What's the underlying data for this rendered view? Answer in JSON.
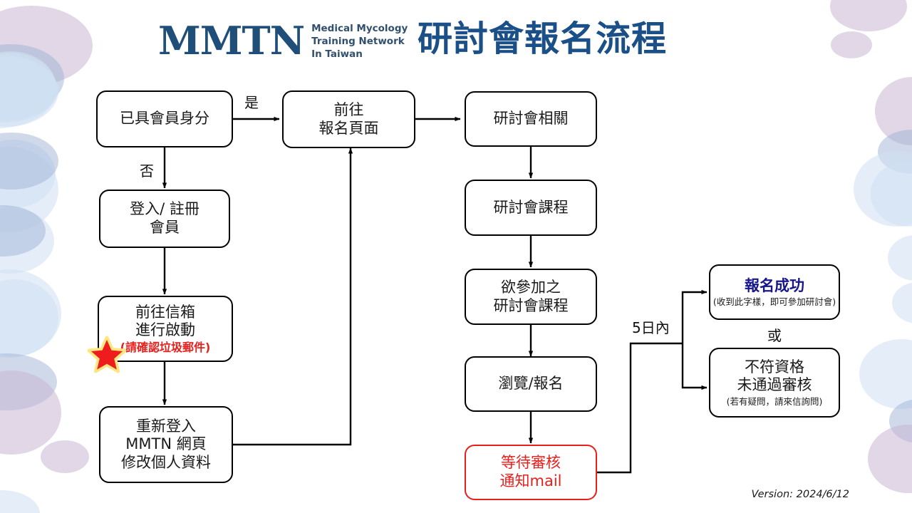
{
  "header": {
    "logo_mark": "MMTN",
    "logo_sub_line1": "Medical Mycology",
    "logo_sub_line2": "Training Network",
    "logo_sub_line3": "In Taiwan",
    "title": "研討會報名流程",
    "title_color": "#1b4f87"
  },
  "nodes": {
    "member_check": {
      "line1": "已具會員身分"
    },
    "login_register": {
      "line1": "登入/ 註冊",
      "line2": "會員"
    },
    "activate_mail": {
      "line1": "前往信箱",
      "line2": "進行啟動",
      "note": "(請確認垃圾郵件)",
      "note_color": "#e8201c"
    },
    "relogin_profile": {
      "line1": "重新登入",
      "line2": "MMTN 網頁",
      "line3": "修改個人資料"
    },
    "signup_page": {
      "line1": "前往",
      "line2": "報名頁面"
    },
    "seminar_info": {
      "line1": "研討會相關"
    },
    "seminar_course": {
      "line1": "研討會課程"
    },
    "chosen_course": {
      "line1": "欲參加之",
      "line2": "研討會課程"
    },
    "browse_signup": {
      "line1": "瀏覽/報名"
    },
    "await_review": {
      "line1": "等待審核",
      "line2": "通知mail",
      "color": "#e8201c"
    },
    "success": {
      "line1": "報名成功",
      "sub": "(收到此字樣，即可參加研討會)",
      "title_color": "#16168c"
    },
    "rejected": {
      "line1": "不符資格",
      "line2": "未通過審核",
      "sub": "(若有疑問，請來信詢問)"
    }
  },
  "labels": {
    "yes": "是",
    "no": "否",
    "within_5_days": "5日內",
    "or": "或"
  },
  "footer": {
    "version": "Version: 2024/6/12"
  }
}
